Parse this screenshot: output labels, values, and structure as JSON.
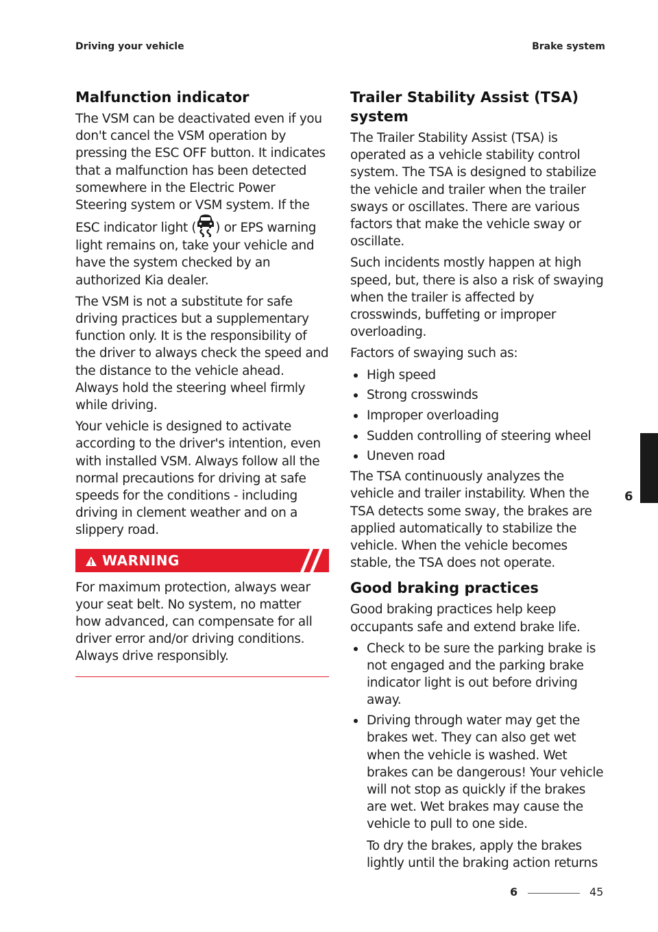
{
  "header": {
    "section": "Driving your vehicle",
    "topic": "Brake system"
  },
  "left": {
    "malfunction_title": "Malfunction indicator",
    "malfunction_p1_a": "The VSM can be deactivated even if you don't cancel the VSM operation by pressing the ESC OFF button. It indicates that a malfunction has been detected somewhere in the Electric Power Steering system or VSM system. If the ESC indicator light (",
    "malfunction_p1_b": ") or EPS warning light remains on, take your vehicle and have the system checked by an authorized Kia dealer.",
    "icon": "esc-skid-icon",
    "p2": "The VSM is not a substitute for safe driving practices but a supplementary function only. It is the responsibility of the driver to always check the speed and the distance to the vehicle ahead. Always hold the steering wheel firmly while driving.",
    "p3": "Your vehicle is designed to activate according to the driver's intention, even with installed VSM. Always follow all the normal precautions for driving at safe speeds for the conditions - including driving in clement weather and on a slippery road.",
    "warning_label": "WARNING",
    "warning_text": "For maximum protection, always wear your seat belt. No system, no matter how advanced, can compensate for all driver error and/or driving conditions. Always drive responsibly.",
    "warning_color": "#e31b2b"
  },
  "right": {
    "tsa_title": "Trailer Stability Assist (TSA) system",
    "tsa_p1": "The Trailer Stability Assist (TSA) is operated as a vehicle stability control system. The TSA is designed to stabilize the vehicle and trailer when the trailer sways or oscillates. There are various factors that make the vehicle sway or oscillate.",
    "tsa_p2": "Such incidents mostly happen at high speed, but, there is also a risk of swaying when the trailer is affected by crosswinds, buffeting or improper overloading.",
    "tsa_p3": "Factors of swaying such as:",
    "tsa_factors": [
      "High speed",
      "Strong crosswinds",
      "Improper overloading",
      "Sudden controlling of steering wheel",
      "Uneven road"
    ],
    "tsa_p4": "The TSA continuously analyzes the vehicle and trailer instability. When the TSA detects some sway, the brakes are applied automatically to stabilize the vehicle. When the vehicle becomes stable, the TSA does not operate.",
    "braking_title": "Good braking practices",
    "braking_p1": "Good braking practices help keep occupants safe and extend brake life.",
    "braking_items": [
      "Check to be sure the parking brake is not engaged and the parking brake indicator light is out before driving away.",
      "Driving through water may get the brakes wet. They can also get wet when the vehicle is washed. Wet brakes can be dangerous! Your vehicle will not stop as quickly if the brakes are wet. Wet brakes may cause the vehicle to pull to one side."
    ],
    "braking_sub": "To dry the brakes, apply the brakes lightly until the braking action returns"
  },
  "side_tab": {
    "chapter": "6"
  },
  "footer": {
    "chapter": "6",
    "page": "45"
  }
}
